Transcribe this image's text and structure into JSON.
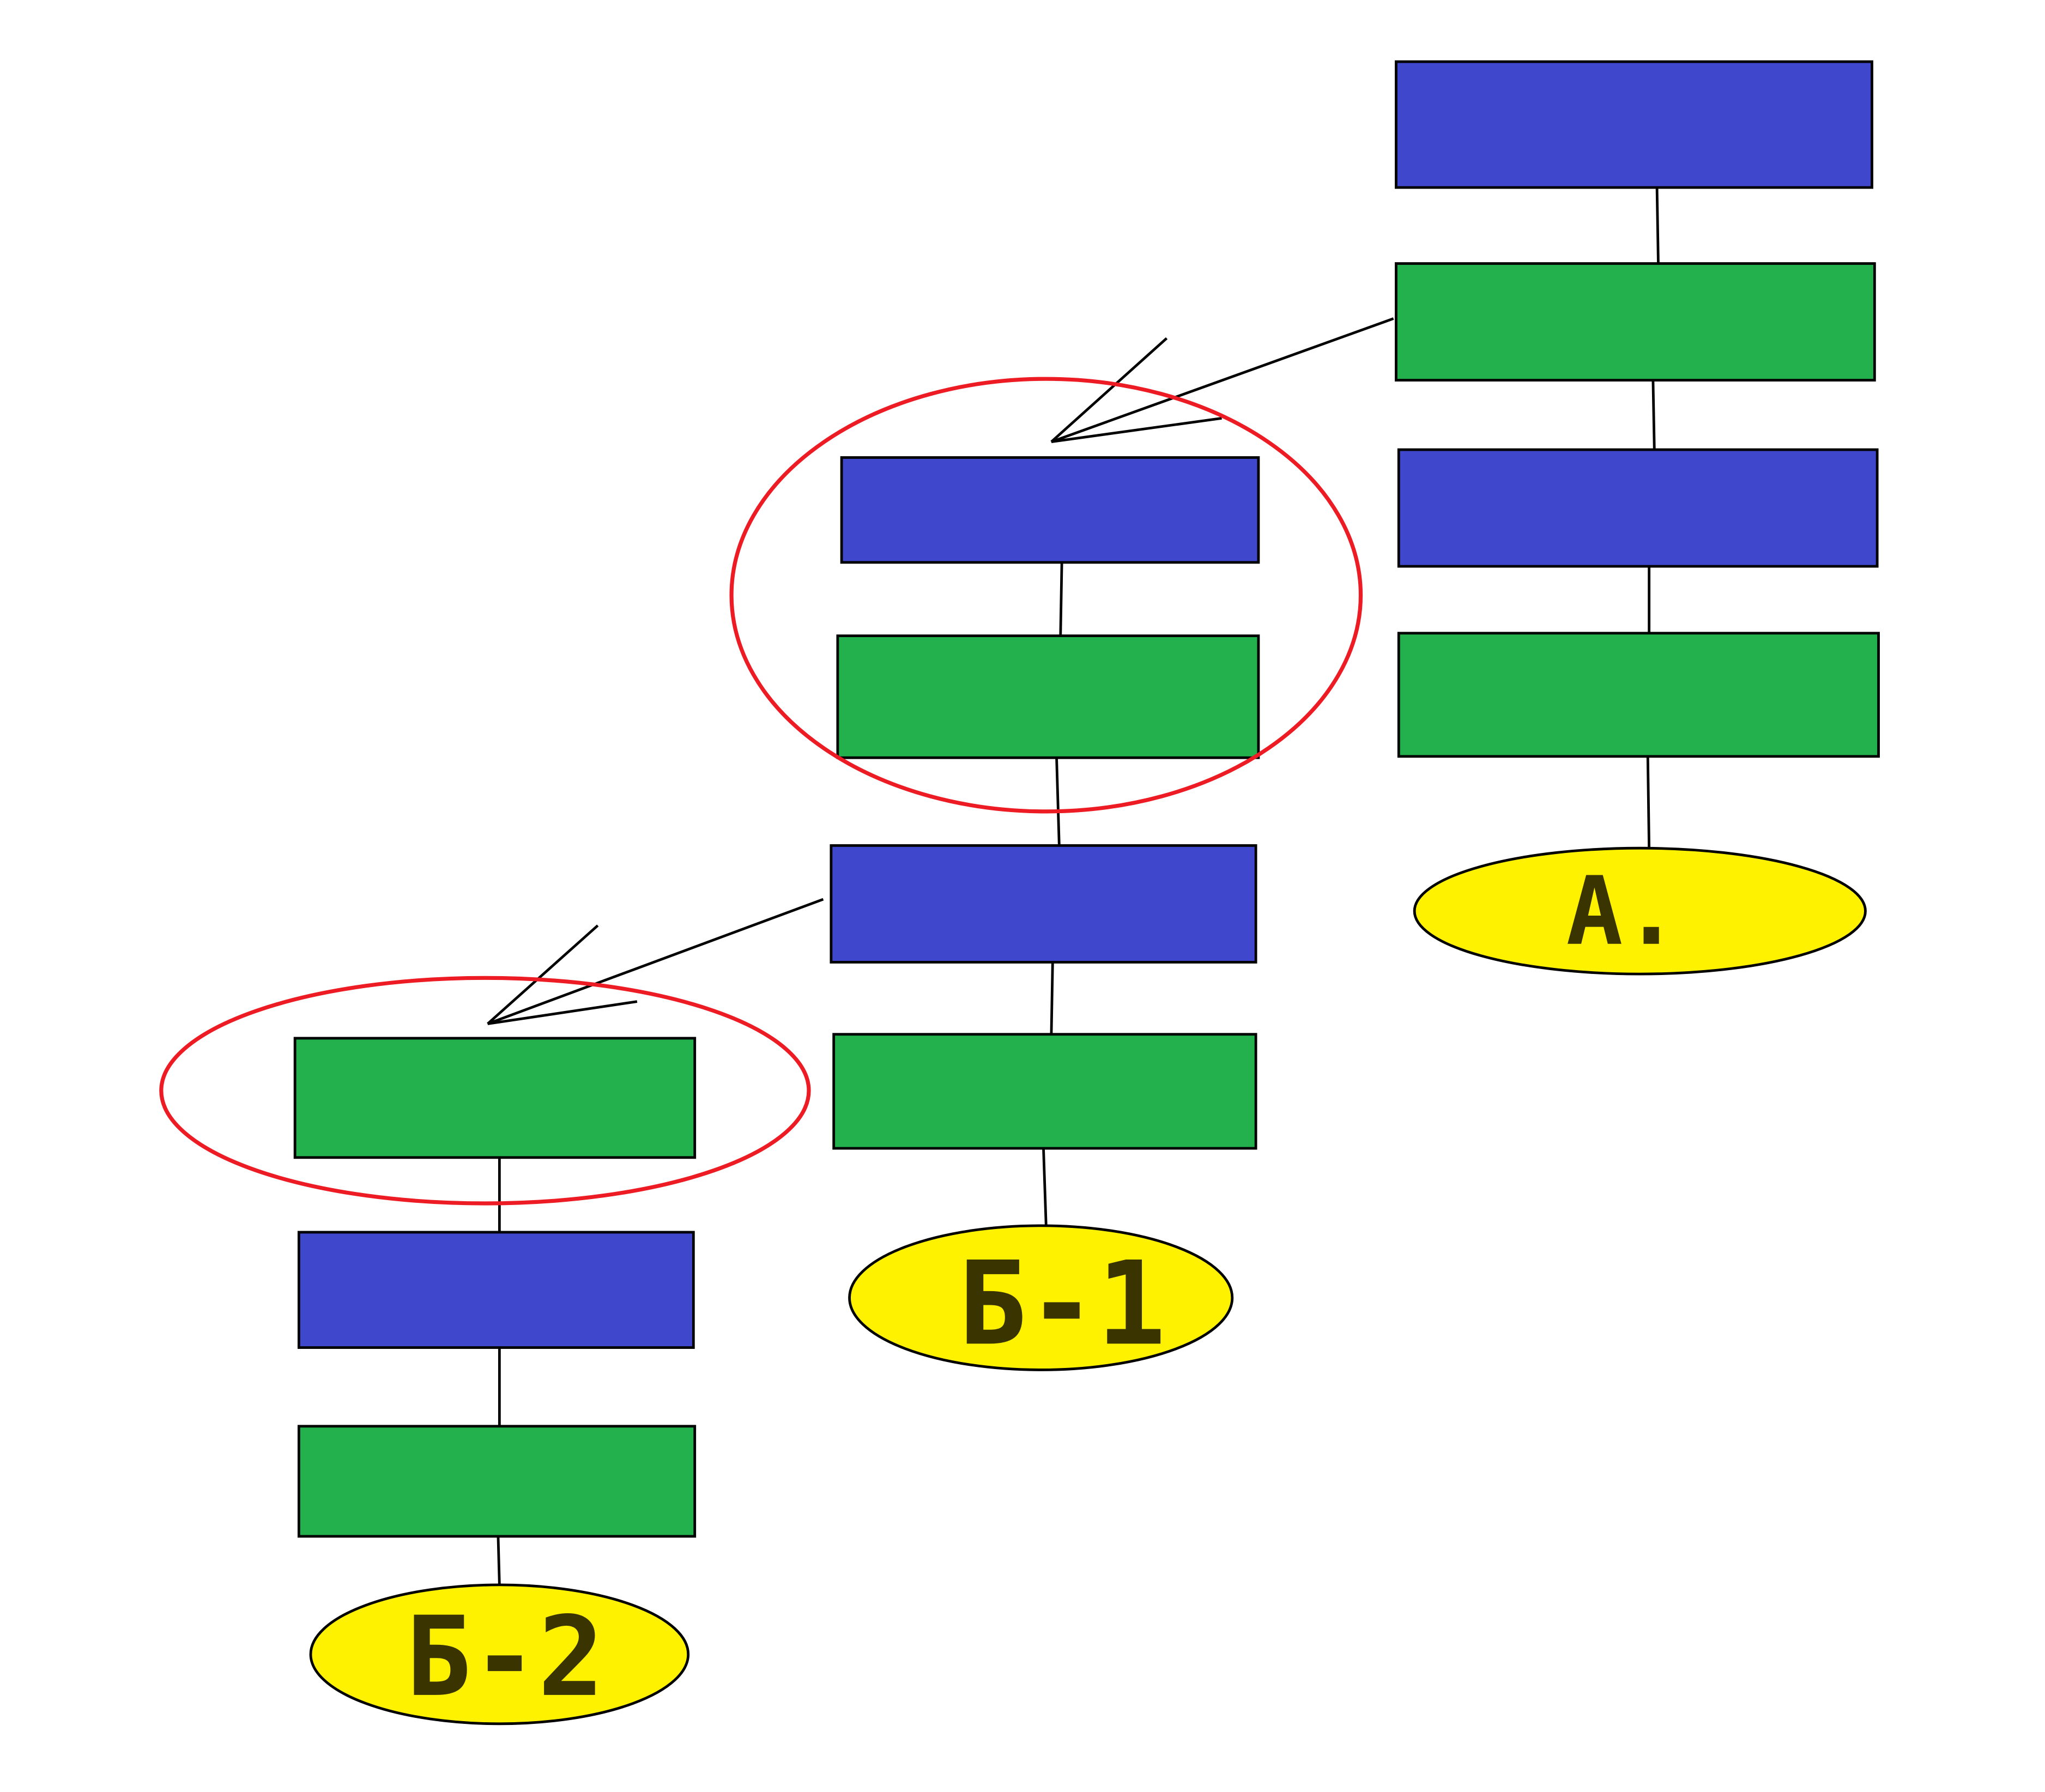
{
  "labels": {
    "a": "А.",
    "b1": "Б-1",
    "b2": "Б-2"
  },
  "colors": {
    "blue": "#3f48cc",
    "green": "#22b14c",
    "yellow": "#fff200",
    "red": "#ed1c24",
    "stroke": "#000000"
  }
}
